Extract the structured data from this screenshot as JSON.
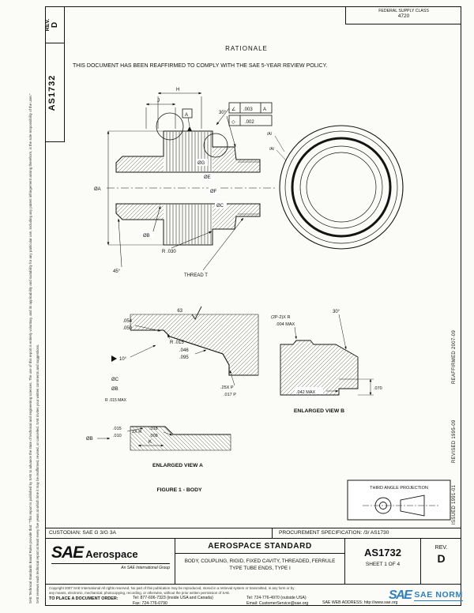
{
  "page": {
    "ink": "#111111",
    "blue": "#2e7fc2"
  },
  "margins": {
    "disclaimer_1": "SAE Technical Standards Board Rules provide that: \"This report is published by SAE to advance the state of technical and engineering sciences. The use of this report is entirely voluntary, and its applicability and suitability for any particular use, including any patent infringement arising therefrom, is the sole responsibility of the user.\"",
    "disclaimer_2": "SAE reviews each technical report at least every five years at which time it may be reaffirmed, revised, or cancelled. SAE invites your written comments and suggestions.",
    "reaffirmed": "REAFFIRMED  2007-09",
    "revised": "REVISED  1995-09",
    "issued": "ISSUED  1991-01"
  },
  "header": {
    "rev_label": "REV.",
    "rev_value": "D",
    "doc_number": "AS1732",
    "supply_class_label": "FEDERAL SUPPLY CLASS",
    "supply_class_value": "4720",
    "rationale_heading": "RATIONALE",
    "rationale_body": "THIS DOCUMENT HAS BEEN REAFFIRMED TO COMPLY WITH THE SAE 5-YEAR REVIEW POLICY."
  },
  "drawing": {
    "main": {
      "dim_h": "H",
      "dim_j": "J",
      "angle_30": "30°",
      "fcf1_sym": "∠",
      "fcf1_val": ".003",
      "fcf1_datum": "A",
      "fcf2_sym": "◇",
      "fcf2_val": ".002",
      "datum_a": "A",
      "flag_a1": "/A/",
      "flag_a2": "/A/",
      "phi_a": "ØA",
      "phi_b": "ØB",
      "phi_c": "ØC",
      "phi_e": "ØE",
      "phi_f": "ØF",
      "phi_g": "ØG",
      "r030": "R .030",
      "angle_45": "45°",
      "thread_t": "THREAD T"
    },
    "view_a": {
      "finish": "63",
      "d054": ".054",
      "d050": ".050",
      "r015": "R .015",
      "d046": ".046",
      "d095": ".095",
      "angle_10": "10°",
      "phi_c": "ØC",
      "phi_b": "ØB",
      "r015max": "R .015 MAX",
      "p25": ".25X P",
      "p017": ".017 P",
      "d015": ".015",
      "d010": ".010",
      "r2x": "2X R",
      "d018": ".018",
      "d008": ".008",
      "dim_k": "K",
      "phi_b2": "ØB",
      "caption": "ENLARGED VIEW A"
    },
    "view_b": {
      "note1": "(2P-2)X R",
      "note2": ".004 MAX",
      "angle_30": "30°",
      "d042": ".042 MAX",
      "d070": ".070",
      "caption": "ENLARGED VIEW B"
    },
    "figure_caption": "FIGURE 1 - BODY",
    "projection_label": "THIRD ANGLE PROJECTION"
  },
  "title_block": {
    "custodian": "CUSTODIAN: SAE G 3/G 3A",
    "procurement": "PROCUREMENT SPECIFICATION: /3/ AS1730",
    "standard_type": "AEROSPACE STANDARD",
    "doc_title": "BODY, COUPLING, RIGID, FIXED CAVITY, THREADED, FERRULE TYPE TUBE ENDS, TYPE I",
    "doc_number": "AS1732",
    "sheet": "SHEET 1 OF 4",
    "rev_label": "REV.",
    "rev_value": "D",
    "logo_sae": "SAE",
    "logo_aerospace": "Aerospace",
    "logo_tagline": "An SAE International Group"
  },
  "footer": {
    "copyright_1": "Copyright 2007 SAE International",
    "copyright_2": "All rights reserved. No part of this publication may be reproduced, stored in a retrieval system or transmitted, in any form or by any means, electronic, mechanical, photocopying, recording, or otherwise, without the prior written permission of SAE.",
    "order_label": "TO PLACE A DOCUMENT ORDER:",
    "tel_inside": "Tel: 877-606-7323 (inside USA and Canada)",
    "tel_outside": "Tel: 724-776-4970 (outside USA)",
    "fax": "Fax: 724-776-0790",
    "email": "Email: CustomerService@sae.org",
    "web_label": "SAE WEB ADDRESS:",
    "web_url": "http://www.sae.org"
  },
  "watermark": {
    "logo": "SAE",
    "name": "SAE NORM"
  }
}
